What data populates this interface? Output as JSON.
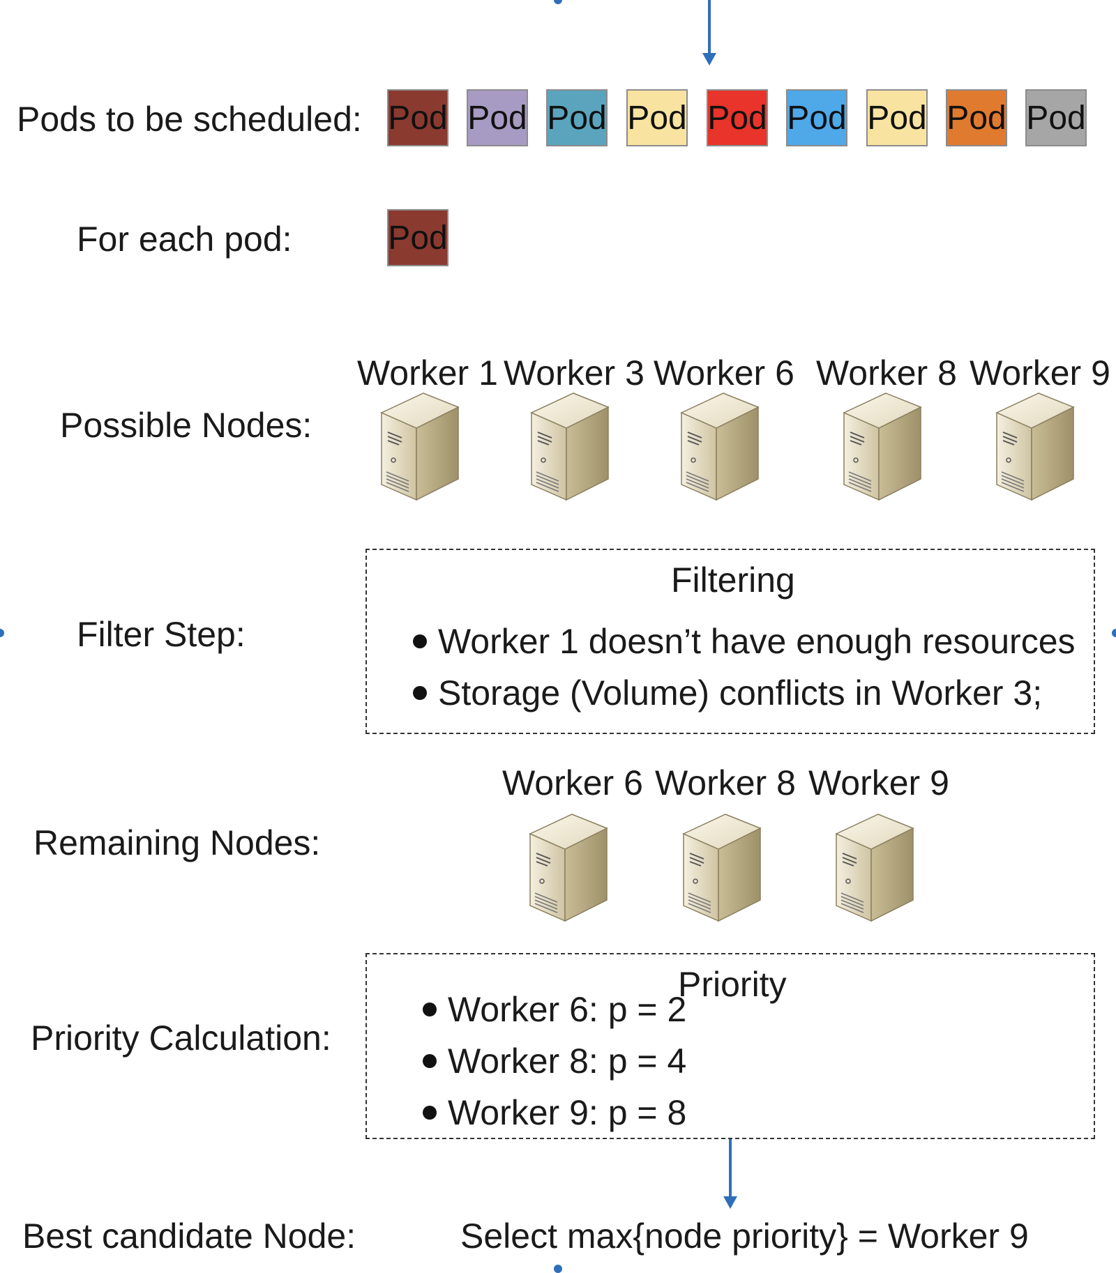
{
  "rows": {
    "pods_label": "Pods to be scheduled:",
    "each_pod_label": "For each pod:",
    "possible_label": "Possible Nodes:",
    "filter_label": "Filter Step:",
    "remaining_label": "Remaining Nodes:",
    "priority_label": "Priority Calculation:",
    "best_label": "Best candidate Node:"
  },
  "pods": [
    {
      "label": "Pod",
      "color": "#8b3a30"
    },
    {
      "label": "Pod",
      "color": "#a79bc3"
    },
    {
      "label": "Pod",
      "color": "#5aa5bd"
    },
    {
      "label": "Pod",
      "color": "#f8e3a1"
    },
    {
      "label": "Pod",
      "color": "#e8342a"
    },
    {
      "label": "Pod",
      "color": "#4fa8e8"
    },
    {
      "label": "Pod",
      "color": "#f8e3a1"
    },
    {
      "label": "Pod",
      "color": "#e07a2f"
    },
    {
      "label": "Pod",
      "color": "#a6a6a6"
    }
  ],
  "current_pod": {
    "label": "Pod",
    "color": "#8b3a30"
  },
  "possible_nodes": [
    "Worker 1",
    "Worker 3",
    "Worker 6",
    "Worker 8",
    "Worker 9"
  ],
  "filter_box": {
    "title": "Filtering",
    "items": [
      "Worker 1 doesn’t have enough resources",
      "Storage (Volume) conflicts in Worker 3;"
    ]
  },
  "remaining_nodes": [
    "Worker 6",
    "Worker 8",
    "Worker 9"
  ],
  "priority_box": {
    "title": "Priority",
    "items": [
      "Worker 6: p = 2",
      "Worker 8: p = 4",
      "Worker 9: p = 8"
    ]
  },
  "result": "Select max{node priority} = Worker 9",
  "icons": {
    "server": "server-icon",
    "arrow": "arrow-down-icon"
  },
  "colors": {
    "arrow": "#2f6fba"
  }
}
